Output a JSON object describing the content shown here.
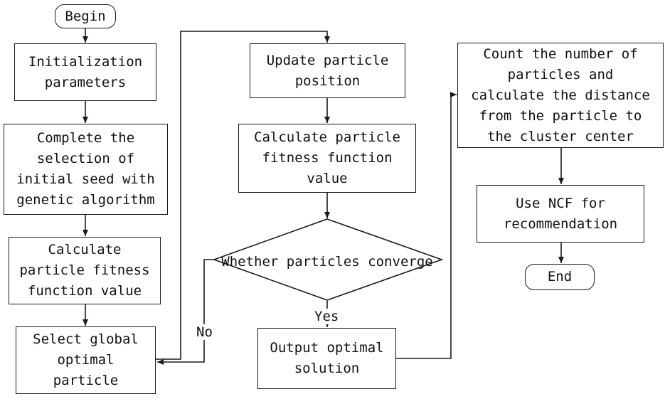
{
  "nodes": {
    "begin": "Begin",
    "init": "Initialization\nparameters",
    "seed": "Complete the\nselection of\ninitial seed with\ngenetic algorithm",
    "calc_left": "Calculate\nparticle fitness\nfunction value",
    "select": "Select global\noptimal\nparticle",
    "update": "Update particle\nposition",
    "calc_mid": "Calculate particle\nfitness function\nvalue",
    "decision": "Whether particles converge",
    "output": "Output optimal\nsolution",
    "count": "Count the number of\nparticles and\ncalculate the distance\nfrom the particle to\nthe cluster center",
    "ncf": "Use NCF for\nrecommendation",
    "end": "End"
  },
  "edge_labels": {
    "yes": "Yes",
    "no": "No"
  },
  "colors": {
    "stroke": "#1a1a1a",
    "text": "#111111",
    "background": "#ffffff"
  }
}
